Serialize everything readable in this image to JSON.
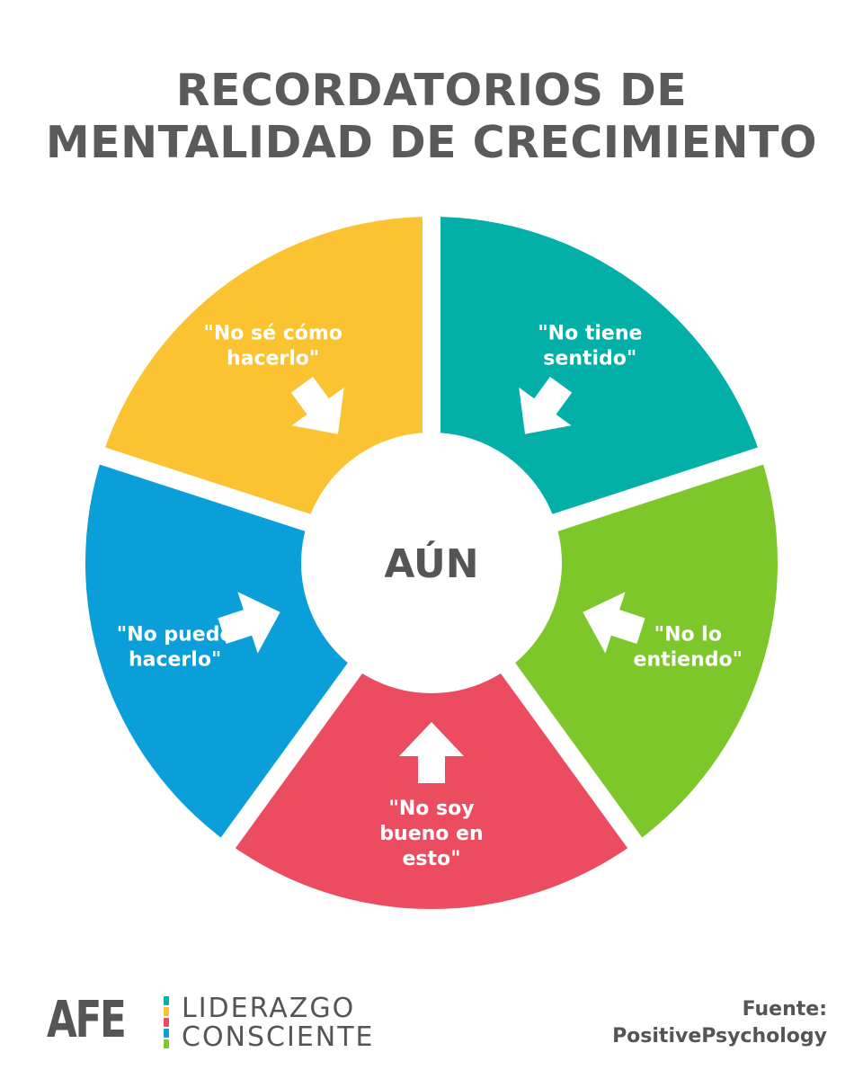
{
  "title": {
    "line1": "RECORDATORIOS DE",
    "line2": "MENTALIDAD DE CRECIMIENTO"
  },
  "center": {
    "label": "AÚN"
  },
  "segments": [
    {
      "id": "teal",
      "lines": [
        "\"No tiene",
        "sentido\""
      ],
      "color": "#03b0a8",
      "icon": "arrow-icon"
    },
    {
      "id": "green",
      "lines": [
        "\"No lo",
        "entiendo\""
      ],
      "color": "#7dc72a",
      "icon": "arrow-icon"
    },
    {
      "id": "red",
      "lines": [
        "\"No soy",
        "bueno en",
        "esto\""
      ],
      "color": "#ec4c60",
      "icon": "arrow-icon"
    },
    {
      "id": "blue",
      "lines": [
        "\"No puedo",
        "hacerlo\""
      ],
      "color": "#0a9fd9",
      "icon": "arrow-icon"
    },
    {
      "id": "yellow",
      "lines": [
        "\"No sé cómo",
        "hacerlo\""
      ],
      "color": "#fbc331",
      "icon": "arrow-icon"
    }
  ],
  "footer": {
    "logo_mark": "AFE",
    "brand_line1": "LIDERAZGO",
    "brand_line2": "CONSCIENTE",
    "logo_dot_colors": [
      "#03b0a8",
      "#fbc331",
      "#ec4c60",
      "#0a9fd9",
      "#7dc72a"
    ],
    "source_label": "Fuente:",
    "source_value": "PositivePsychology"
  },
  "colors": {
    "text_gray": "#5a5a5a",
    "center_fill": "#ffffff"
  }
}
